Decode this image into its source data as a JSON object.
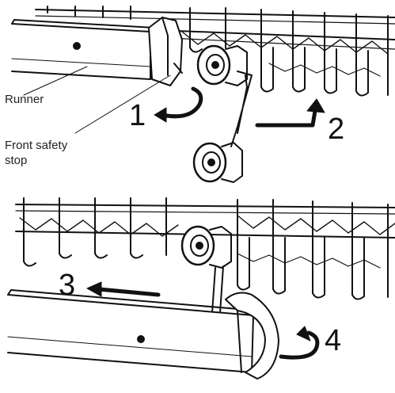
{
  "labels": {
    "runner": "Runner",
    "front_safety_stop_line1": "Front safety",
    "front_safety_stop_line2": "stop"
  },
  "steps": {
    "step1": "1",
    "step2": "2",
    "step3": "3",
    "step4": "4"
  },
  "colors": {
    "ink": "#111111",
    "background": "#ffffff",
    "label": "#222222"
  }
}
